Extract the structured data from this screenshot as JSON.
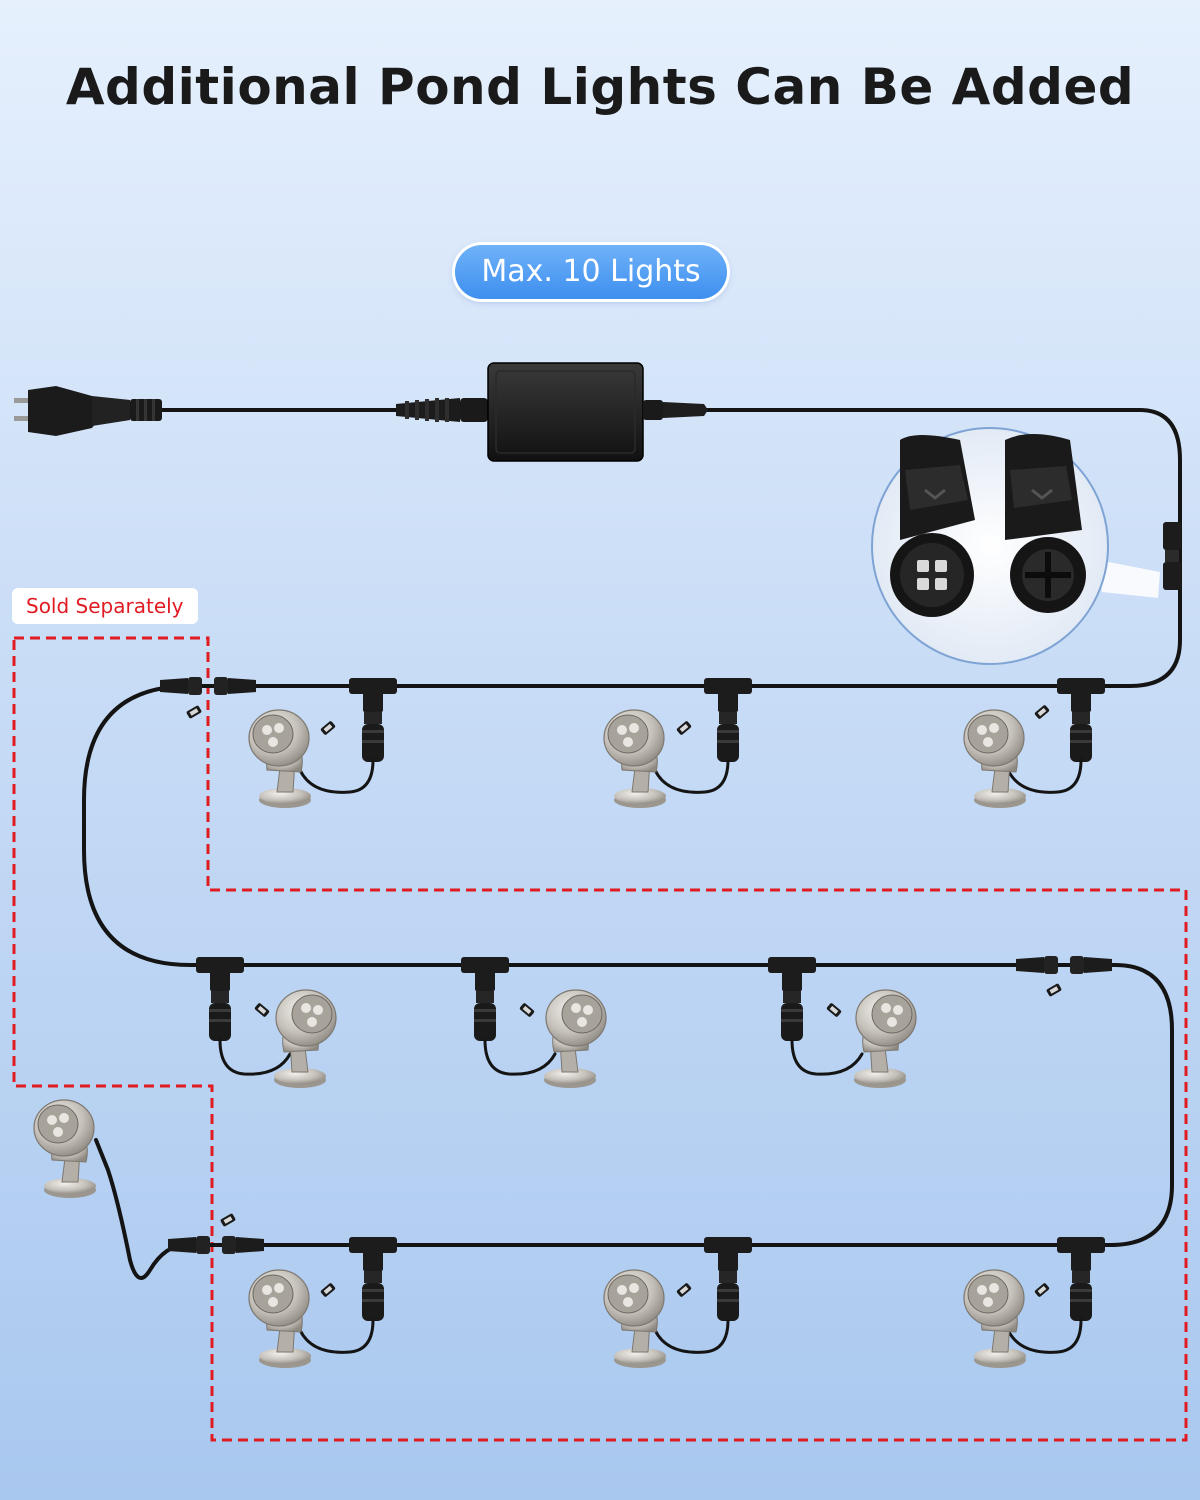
{
  "title": "Additional Pond Lights Can Be Added",
  "badge": "Max. 10 Lights",
  "callout": "Sold Separately",
  "colors": {
    "cable": "#141414",
    "badge": "#4b98f2",
    "dashed_outline": "#e01b22",
    "light_metal": "#c9c6c1"
  },
  "icons": {
    "plug": "power-plug-icon",
    "adapter": "power-adapter-icon",
    "connector": "waterproof-connector-icon",
    "light": "pond-spotlight-icon"
  }
}
